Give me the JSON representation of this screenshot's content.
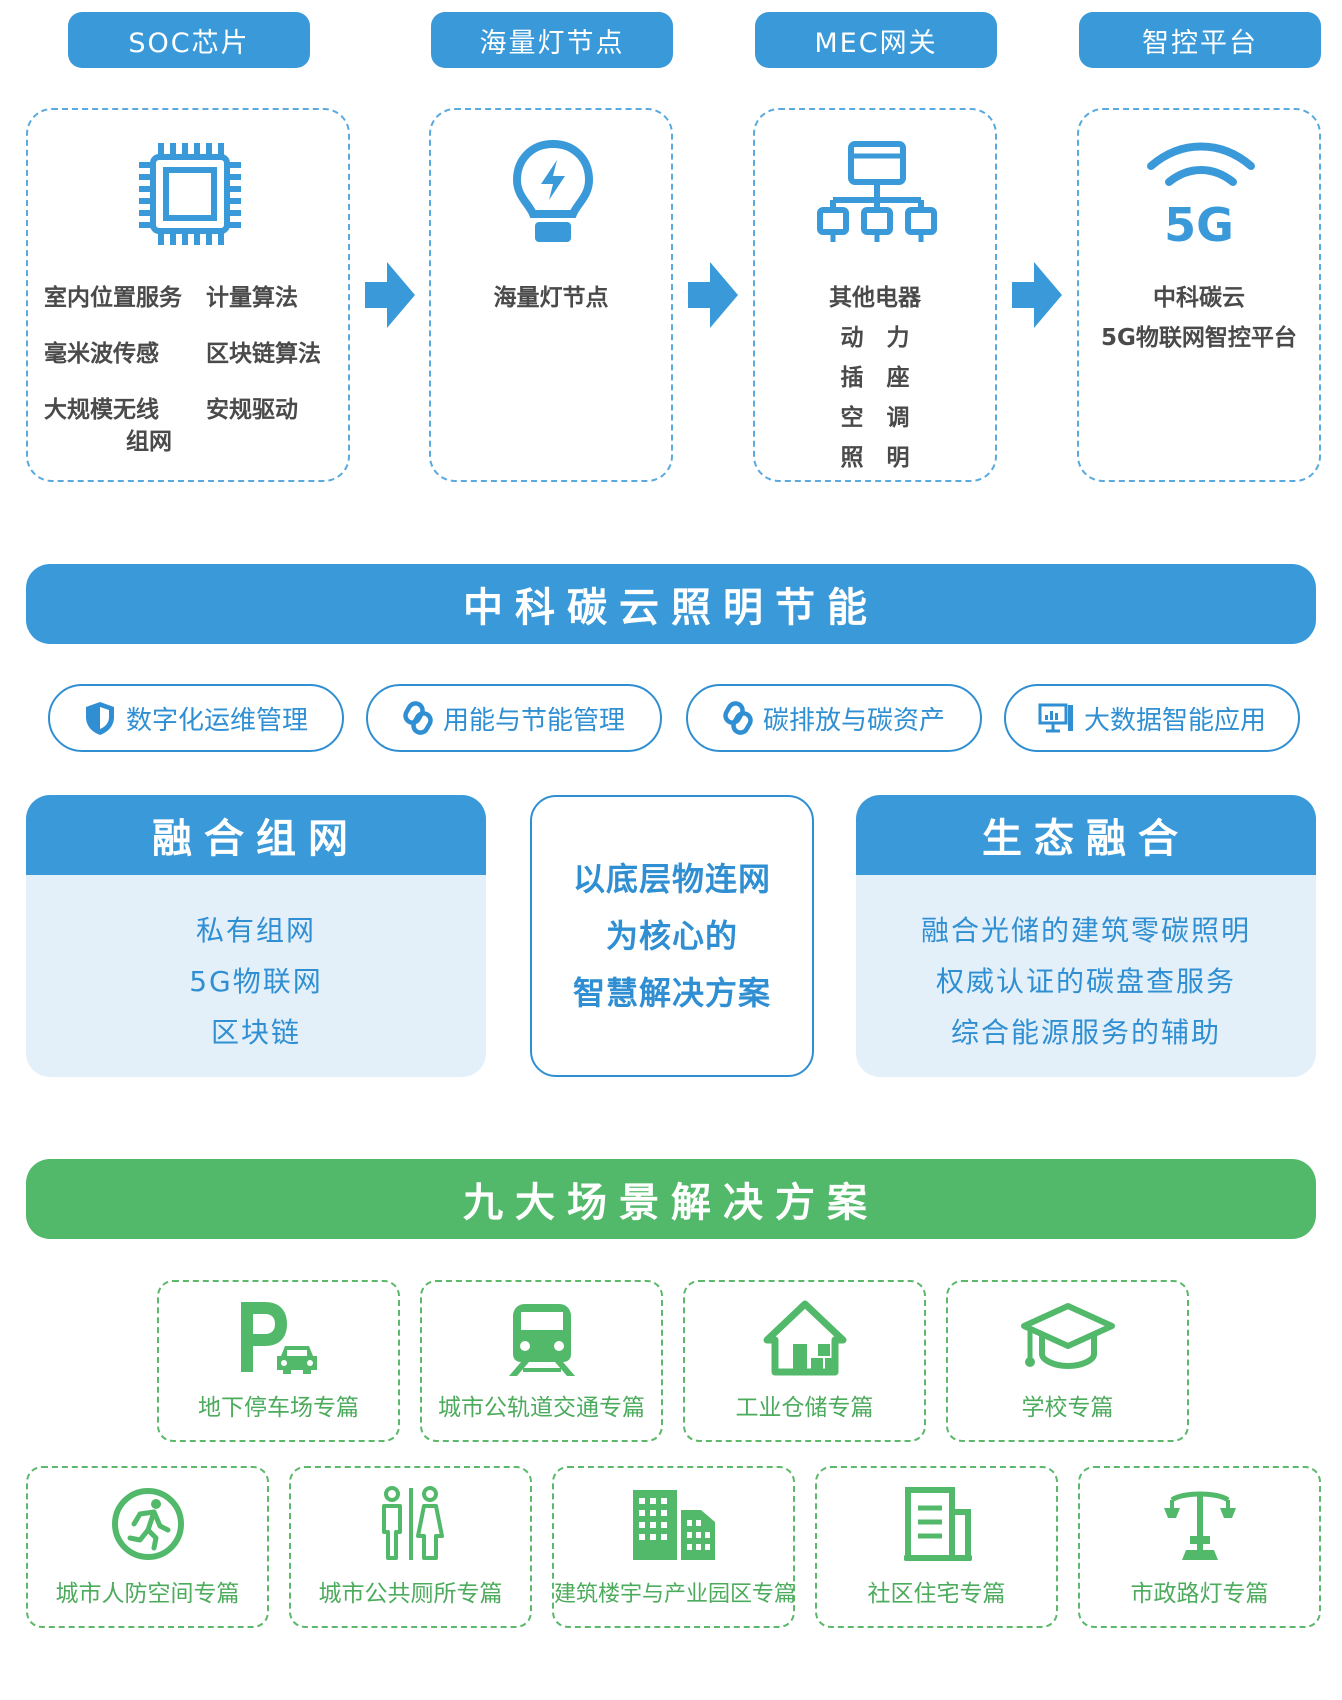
{
  "headers": [
    "SOC芯片",
    "海量灯节点",
    "MEC网关",
    "智控平台"
  ],
  "box1": {
    "items": [
      "室内位置服务",
      "计量算法",
      "毫米波传感",
      "区块链算法",
      "大规模无线",
      "安规驱动"
    ],
    "item5_line2": "组网"
  },
  "box2": {
    "label": "海量灯节点"
  },
  "box3": {
    "lines": [
      "其他电器",
      "动　力",
      "插　座",
      "空　调",
      "照　明"
    ]
  },
  "box4": {
    "icon_text": "5G",
    "lines": [
      "中科碳云",
      "5G物联网智控平台"
    ]
  },
  "banner1": "中科碳云照明节能",
  "pills": [
    "数字化运维管理",
    "用能与节能管理",
    "碳排放与碳资产",
    "大数据智能应用"
  ],
  "left_panel": {
    "title": "融合组网",
    "items": [
      "私有组网",
      "5G物联网",
      "区块链"
    ]
  },
  "center_box": [
    "以底层物连网",
    "为核心的",
    "智慧解决方案"
  ],
  "right_panel": {
    "title": "生态融合",
    "items": [
      "融合光储的建筑零碳照明",
      "权威认证的碳盘查服务",
      "综合能源服务的辅助"
    ]
  },
  "banner2": "九大场景解决方案",
  "scenes_row1": [
    "地下停车场专篇",
    "城市公轨道交通专篇",
    "工业仓储专篇",
    "学校专篇"
  ],
  "scenes_row2": [
    "城市人防空间专篇",
    "城市公共厕所专篇",
    "建筑楼宇与产业园区专篇",
    "社区住宅专篇",
    "市政路灯专篇"
  ],
  "colors": {
    "blue": "#3a9ad9",
    "blue_dark": "#2f8fd2",
    "green": "#52b96a",
    "light_blue_bg": "#e3f0fa"
  }
}
